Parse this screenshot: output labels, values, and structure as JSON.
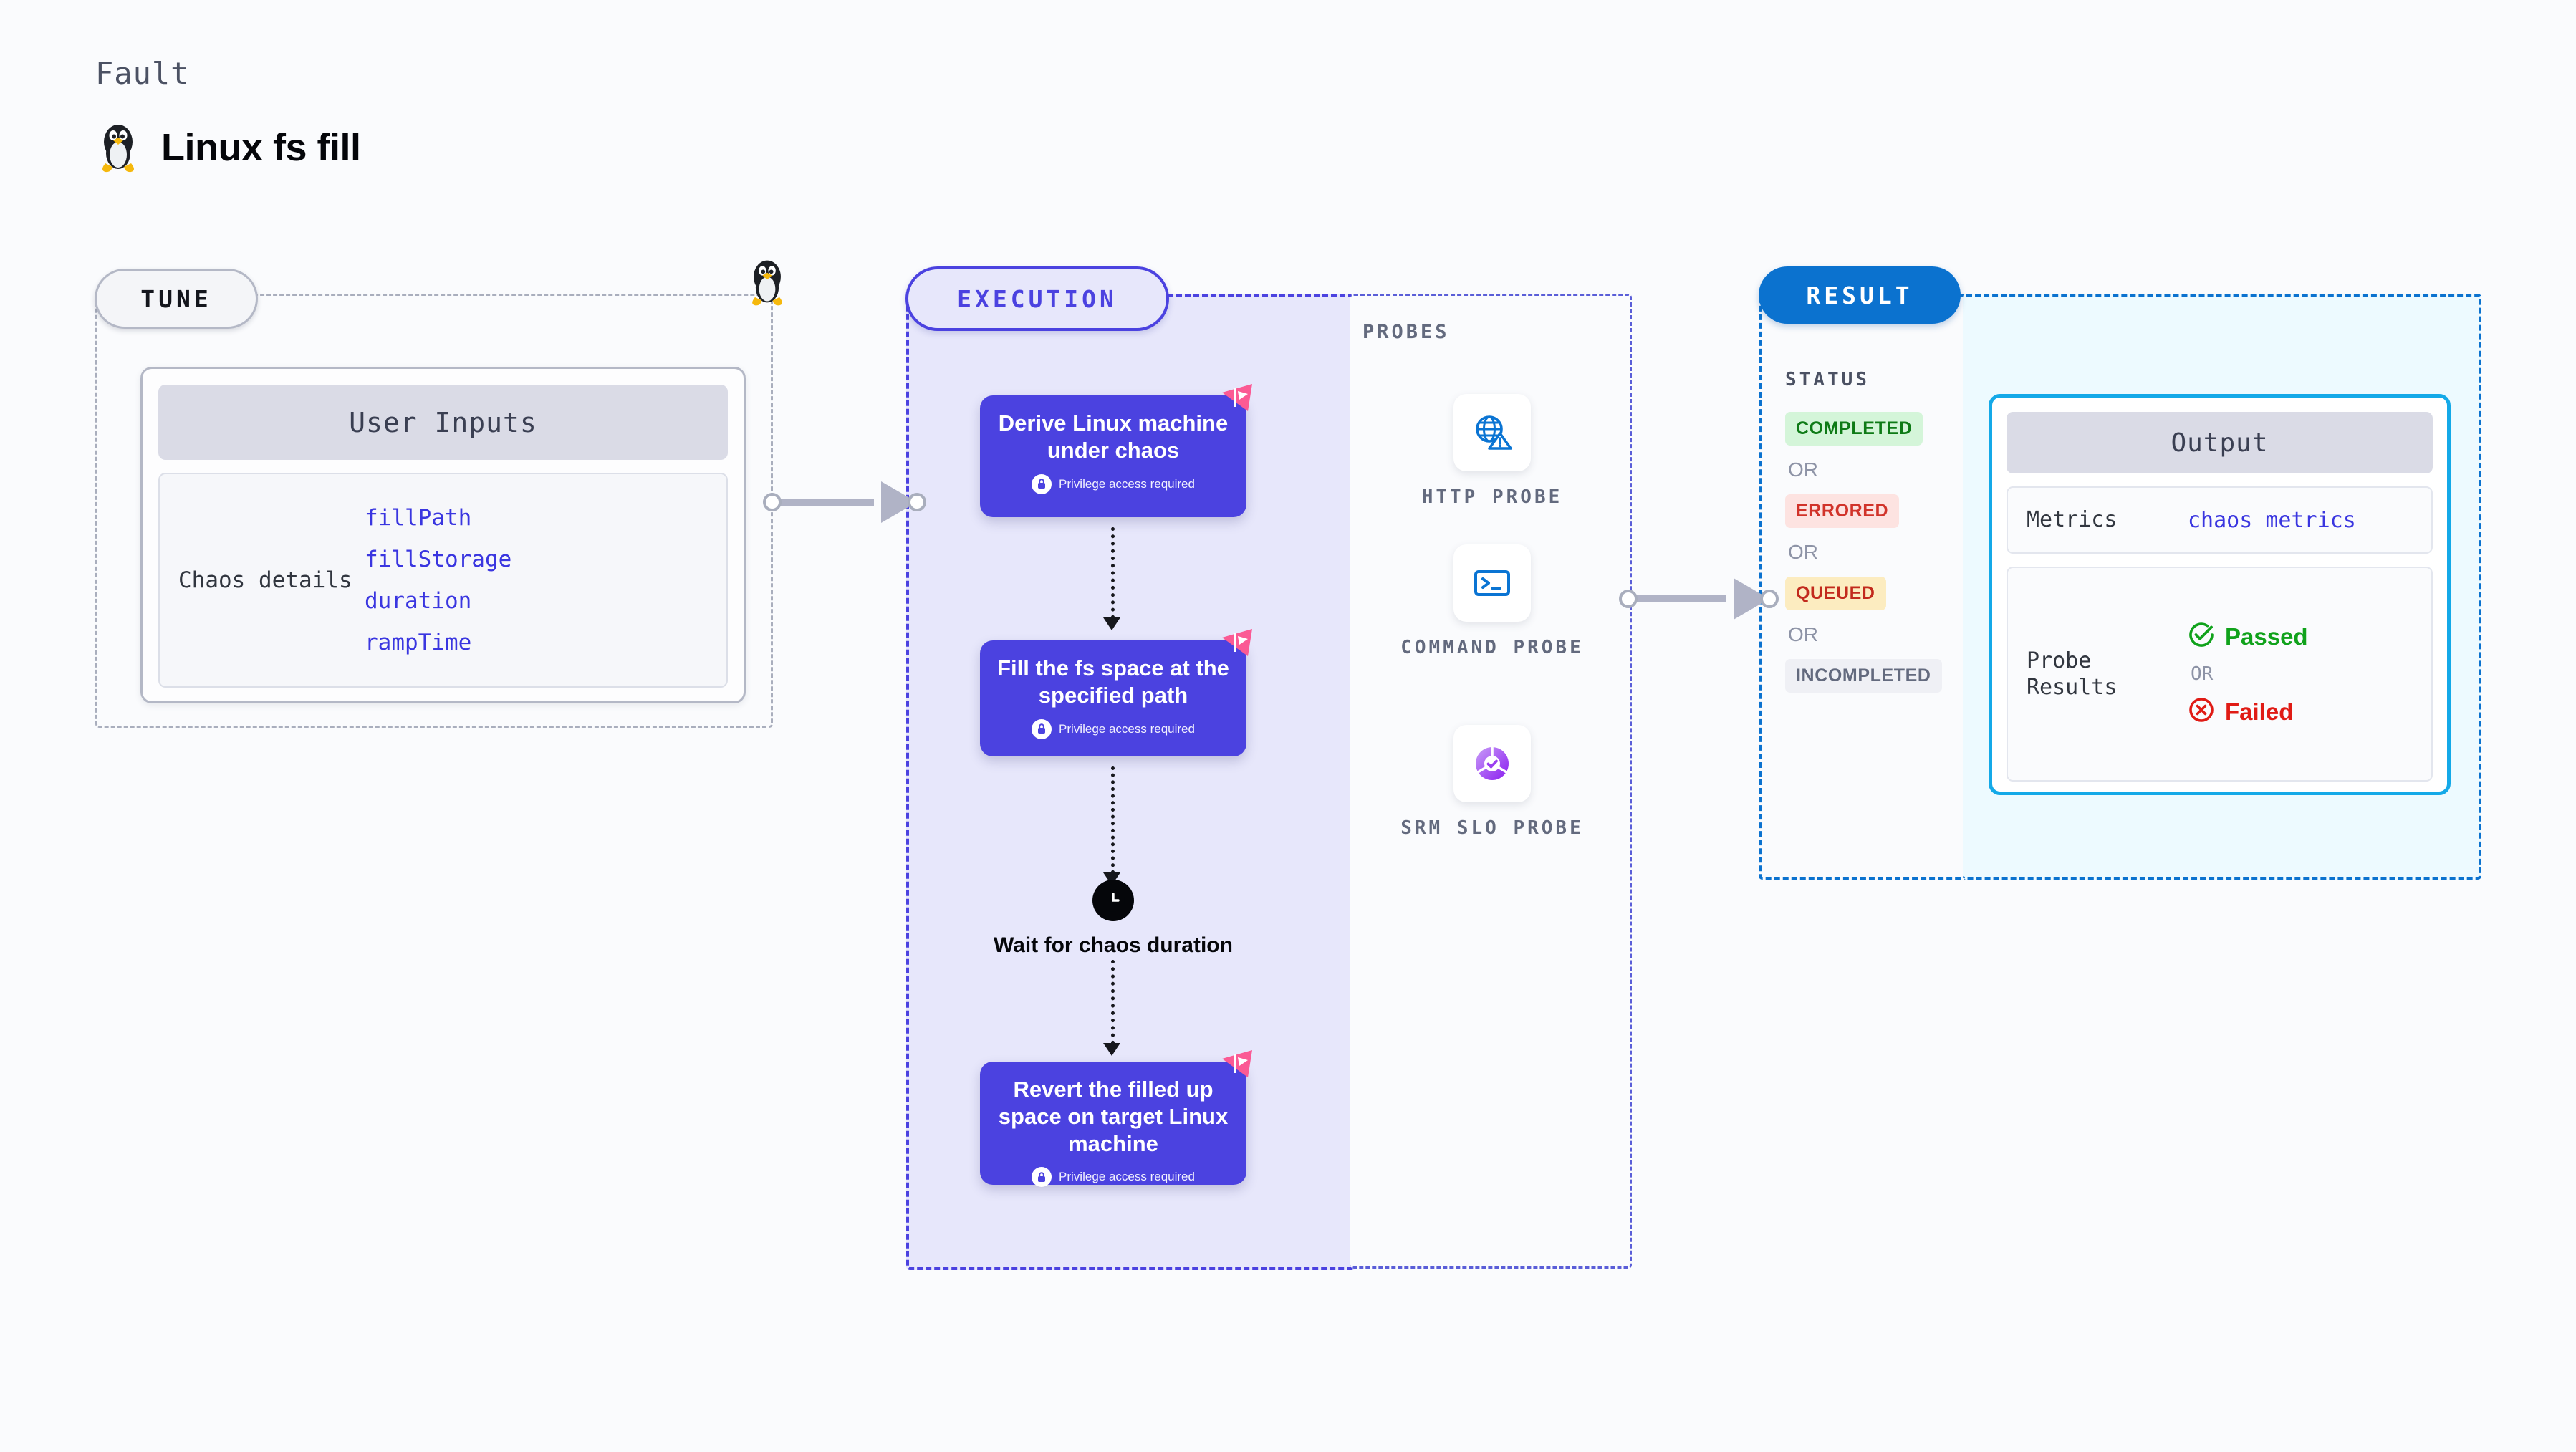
{
  "header": {
    "kicker": "Fault",
    "title": "Linux fs fill",
    "icon": "tux-penguin-icon"
  },
  "tune": {
    "badge": "TUNE",
    "card": {
      "header": "User Inputs",
      "details_label": "Chaos details",
      "params": [
        "fillPath",
        "fillStorage",
        "duration",
        "rampTime"
      ]
    }
  },
  "execution": {
    "badge": "EXECUTION",
    "privilege_note": "Privilege access required",
    "steps": [
      {
        "title": "Derive Linux machine under chaos",
        "privileged": true,
        "flagged": true
      },
      {
        "title": "Fill the fs space at the specified path",
        "privileged": true,
        "flagged": true
      },
      {
        "title": "Wait for chaos duration",
        "privileged": false,
        "flagged": false,
        "icon": "clock-icon"
      },
      {
        "title": "Revert the filled up space on target Linux machine",
        "privileged": true,
        "flagged": true
      }
    ]
  },
  "probes": {
    "title": "PROBES",
    "items": [
      {
        "label": "HTTP PROBE",
        "icon": "globe-warning-icon",
        "color": "#0a74d3"
      },
      {
        "label": "COMMAND PROBE",
        "icon": "terminal-icon",
        "color": "#0a74d3"
      },
      {
        "label": "SRM SLO PROBE",
        "icon": "slo-donut-check-icon",
        "color": "#9b3ff0"
      }
    ]
  },
  "result": {
    "badge": "RESULT",
    "status_title": "STATUS",
    "or_label": "OR",
    "statuses": [
      {
        "label": "COMPLETED",
        "bg": "#d4f5d9",
        "fg": "#0e7a16"
      },
      {
        "label": "ERRORED",
        "bg": "#fde3e1",
        "fg": "#d1332a"
      },
      {
        "label": "QUEUED",
        "bg": "#fcecc0",
        "fg": "#c22a1d"
      },
      {
        "label": "INCOMPLETED",
        "bg": "#eff0f5",
        "fg": "#636a7e"
      }
    ],
    "output": {
      "header": "Output",
      "metrics_label": "Metrics",
      "metrics_value": "chaos metrics",
      "probe_results_label": "Probe Results",
      "passed_label": "Passed",
      "failed_label": "Failed",
      "or_label": "OR",
      "passed_color": "#10a21b",
      "failed_color": "#e01b15"
    }
  },
  "colors": {
    "indigo": "#4b42e0",
    "blue": "#0b72cf",
    "cyan": "#14a9e8",
    "pink_flag": "#fb5a94",
    "gray_connector": "#b0b3c6"
  }
}
